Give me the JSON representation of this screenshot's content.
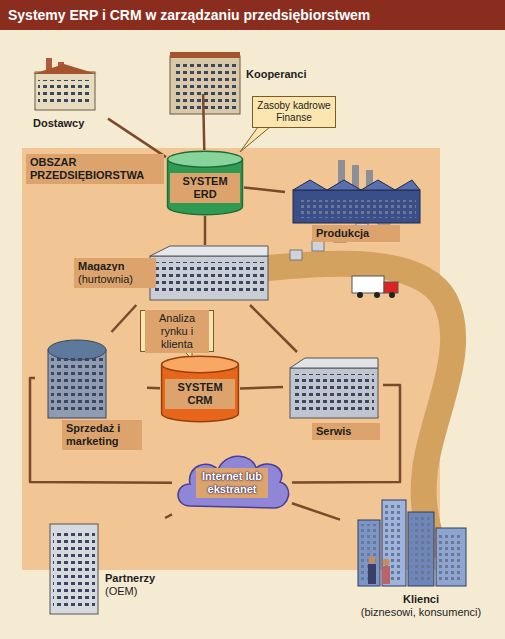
{
  "diagram": {
    "title": "Systemy ERP i CRM w zarządzaniu przedsiębiorstwem",
    "nodes": [
      {
        "text": [
          "Dostawcy"
        ]
      },
      {
        "text": [
          "Kooperanci"
        ]
      },
      {
        "text": [
          "Zasoby kadrowe Finanse"
        ]
      },
      {
        "text": [
          "OBSZAR PRZEDSIĘBIORSTWA"
        ]
      },
      {
        "text": [
          "SYSTEM ERD"
        ],
        "in": 3
      },
      {
        "text": [
          "Produkcja"
        ],
        "in": 3
      },
      {
        "text": [
          "Magazyn",
          "(hurtownia)"
        ],
        "in": 3
      },
      {
        "text": [
          "Analiza rynku i klienta"
        ],
        "in": 3
      },
      {
        "text": [
          "SYSTEM CRM"
        ],
        "in": 3
      },
      {
        "text": [
          "Sprzedaż i marketing"
        ],
        "in": 3
      },
      {
        "text": [
          "Serwis"
        ],
        "in": 3
      },
      {
        "text": [
          "Internet lub ekstranet"
        ],
        "in": 3
      },
      {
        "text": [
          "Partnerzy",
          "(OEM)"
        ]
      },
      {
        "text": [
          "Klienci",
          "(biznesowi, konsumenci)"
        ]
      }
    ],
    "edges": [
      {
        "from": 0,
        "to": 4,
        "arrow": "none"
      },
      {
        "from": 1,
        "to": 4,
        "arrow": "none"
      },
      {
        "from": 4,
        "to": 5,
        "arrow": "none"
      },
      {
        "from": 4,
        "to": 6,
        "arrow": "none"
      },
      {
        "from": 6,
        "to": 9,
        "arrow": "none"
      },
      {
        "from": 6,
        "to": 10,
        "arrow": "none"
      },
      {
        "from": 8,
        "to": 9,
        "arrow": "none"
      },
      {
        "from": 8,
        "to": 10,
        "arrow": "none"
      },
      {
        "from": 9,
        "to": 11,
        "arrow": "none"
      },
      {
        "from": 10,
        "to": 11,
        "arrow": "none"
      },
      {
        "from": 11,
        "to": 12,
        "arrow": "none"
      },
      {
        "from": 11,
        "to": 13,
        "arrow": "none"
      }
    ]
  }
}
